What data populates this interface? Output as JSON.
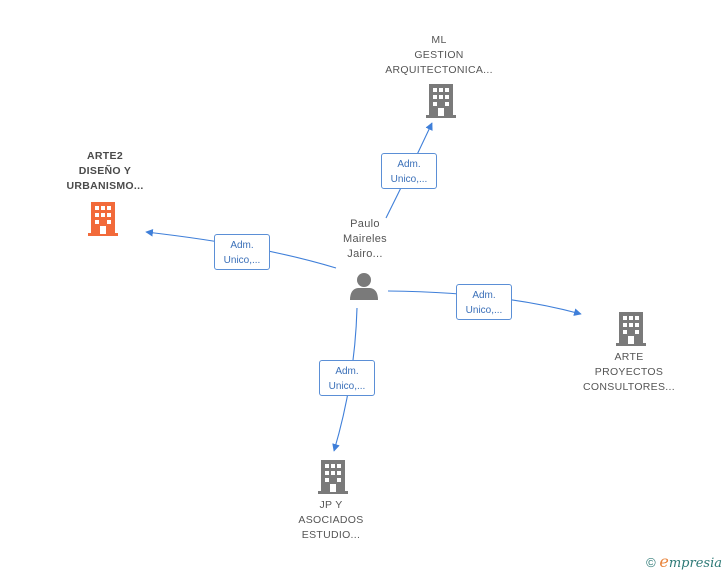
{
  "center_person": {
    "name_lines": [
      "Paulo",
      "Maireles",
      "Jairo..."
    ],
    "icon": "person-icon"
  },
  "companies": [
    {
      "id": "ml",
      "name_lines": [
        "ML",
        "GESTION",
        "ARQUITECTONICA..."
      ],
      "icon": "building-icon",
      "color": "#7a7a7a",
      "highlight": false
    },
    {
      "id": "arte2",
      "name_lines": [
        "ARTE2",
        "DISEÑO Y",
        "URBANISMO..."
      ],
      "icon": "building-icon",
      "color": "#f26a3a",
      "highlight": true
    },
    {
      "id": "arte",
      "name_lines": [
        "ARTE",
        "PROYECTOS",
        "CONSULTORES..."
      ],
      "icon": "building-icon",
      "color": "#7a7a7a",
      "highlight": false
    },
    {
      "id": "jp",
      "name_lines": [
        "JP Y",
        "ASOCIADOS",
        "ESTUDIO..."
      ],
      "icon": "building-icon",
      "color": "#7a7a7a",
      "highlight": false
    }
  ],
  "relations": [
    {
      "to": "ml",
      "label_lines": [
        "Adm.",
        "Unico,..."
      ]
    },
    {
      "to": "arte2",
      "label_lines": [
        "Adm.",
        "Unico,..."
      ]
    },
    {
      "to": "arte",
      "label_lines": [
        "Adm.",
        "Unico,..."
      ]
    },
    {
      "to": "jp",
      "label_lines": [
        "Adm.",
        "Unico,..."
      ]
    }
  ],
  "colors": {
    "edge": "#3f7fd9",
    "relation_text": "#3a6fb8",
    "accent": "#f26a3a",
    "node": "#7a7a7a"
  },
  "footer": {
    "copyright": "©",
    "brand_initial": "e",
    "brand_rest": "mpresia"
  }
}
